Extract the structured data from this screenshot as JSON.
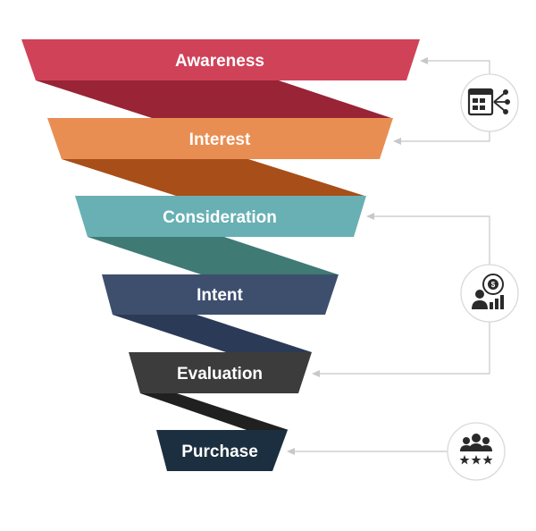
{
  "stages": [
    {
      "label": "Awareness",
      "color": "#d04258",
      "fold_color": "#982436"
    },
    {
      "label": "Interest",
      "color": "#e98e52",
      "fold_color": "#a84e18"
    },
    {
      "label": "Consideration",
      "color": "#68b0b4",
      "fold_color": "#3f7a74"
    },
    {
      "label": "Intent",
      "color": "#3e4f6e",
      "fold_color": "#2b3a56"
    },
    {
      "label": "Evaluation",
      "color": "#3c3c3c",
      "fold_color": "#202020"
    },
    {
      "label": "Purchase",
      "color": "#1c2f40"
    }
  ],
  "icons": [
    {
      "name": "dashboard-network-icon"
    },
    {
      "name": "investor-growth-icon"
    },
    {
      "name": "customer-rating-icon"
    }
  ]
}
